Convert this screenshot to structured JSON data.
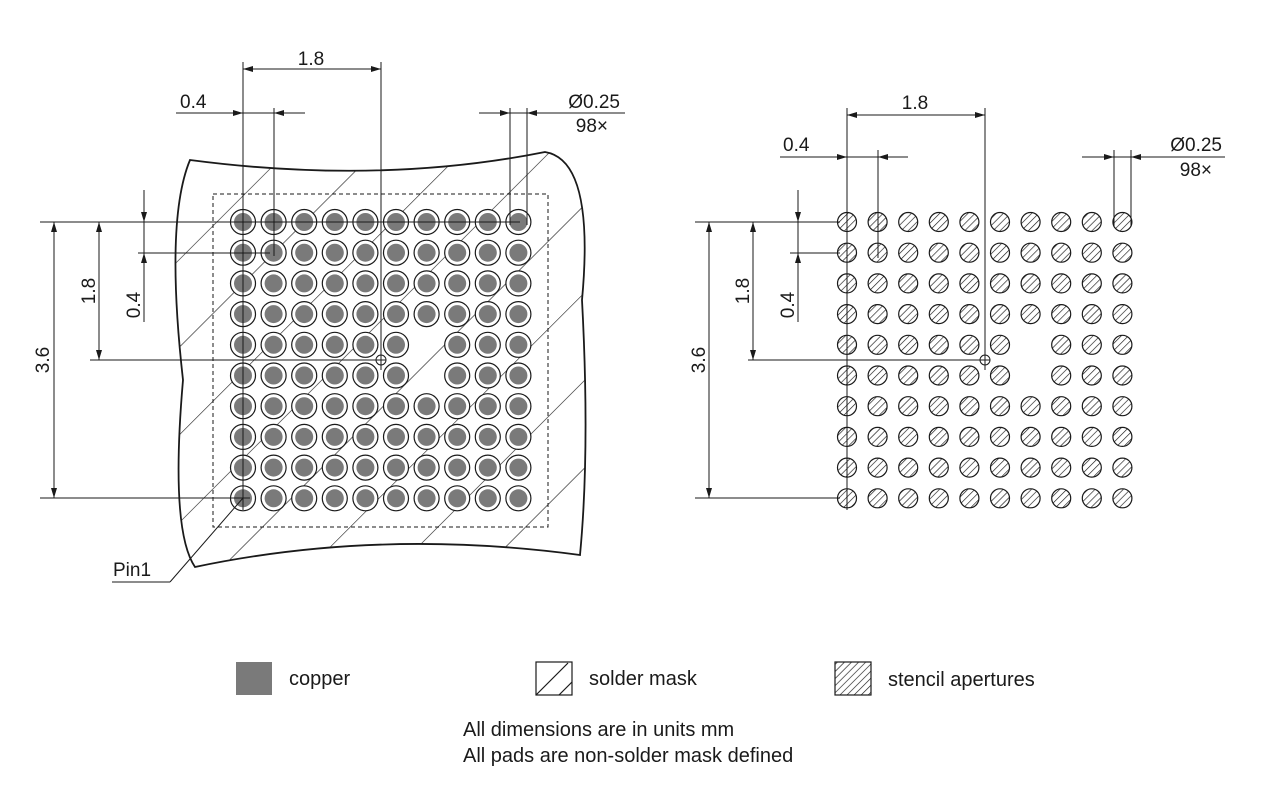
{
  "left_view": {
    "pitch_x": "0.4",
    "span_x": "1.8",
    "pad_diameter": "Ø0.25",
    "pad_count": "98×",
    "span_y_full": "3.6",
    "span_y_half": "1.8",
    "pitch_y": "0.4",
    "pin1_label": "Pin1"
  },
  "right_view": {
    "pitch_x": "0.4",
    "span_x": "1.8",
    "aperture_diameter": "Ø0.25",
    "aperture_count": "98×",
    "span_y_full": "3.6",
    "span_y_half": "1.8",
    "pitch_y": "0.4"
  },
  "grid": {
    "rows": 10,
    "cols": 10,
    "missing_pads": [
      [
        4,
        6
      ],
      [
        5,
        6
      ]
    ]
  },
  "legend": {
    "copper": "copper",
    "solder_mask": "solder mask",
    "stencil": "stencil apertures"
  },
  "notes": {
    "line1": "All dimensions are in units mm",
    "line2": "All pads are non-solder mask defined"
  },
  "colors": {
    "copper": "#7a7a7a",
    "line": "#1a1a1a"
  }
}
